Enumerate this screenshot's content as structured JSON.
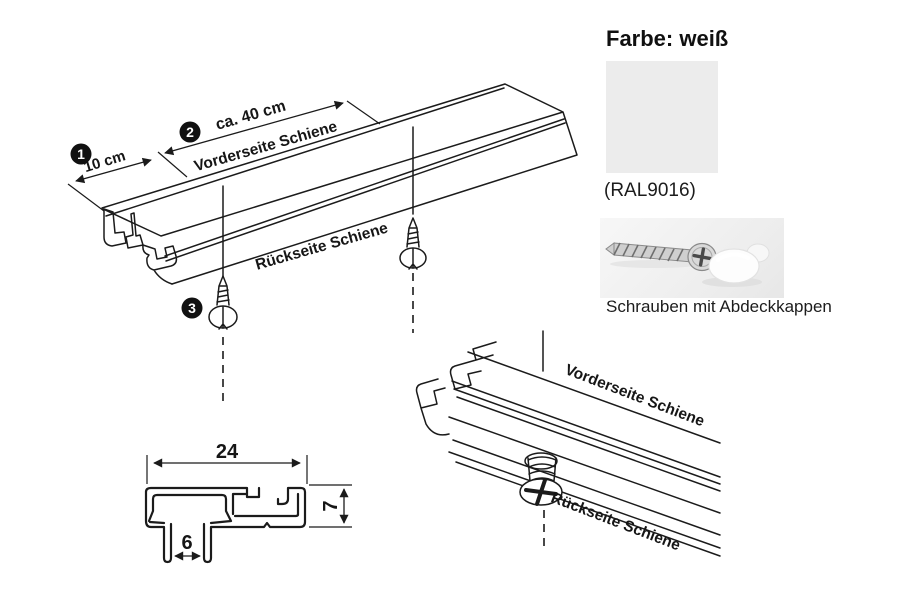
{
  "colors": {
    "line": "#1b1b1b",
    "badge_bg": "#111111",
    "badge_text": "#ffffff",
    "swatch": "#ececec",
    "photo_bg": "#f2f2f2"
  },
  "main_diagram": {
    "badge_1": "1",
    "badge_2": "2",
    "badge_3": "3",
    "dim_end": "10 cm",
    "dim_length": "ca. 40 cm",
    "label_front": "Vorderseite Schiene",
    "label_back": "Rückseite Schiene"
  },
  "cross_section": {
    "dim_width": "24",
    "dim_height": "7",
    "dim_slot": "6"
  },
  "detail_diagram": {
    "label_front": "Vorderseite Schiene",
    "label_back": "Rückseite Schiene"
  },
  "panel": {
    "color_heading": "Farbe: weiß",
    "ral_code": "(RAL9016)",
    "screw_caption": "Schrauben mit Abdeckkappen"
  }
}
